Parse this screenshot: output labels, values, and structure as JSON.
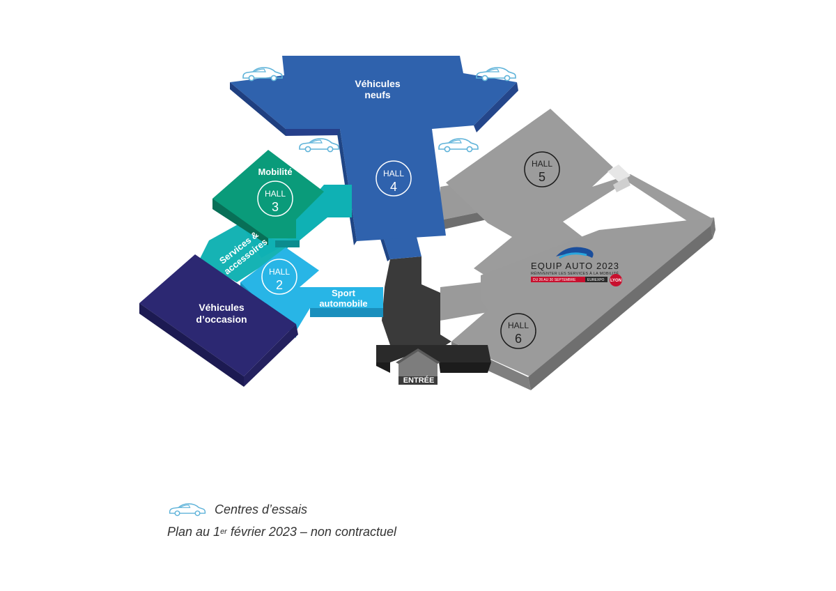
{
  "zones": {
    "vehicules_neufs": {
      "line1": "Véhicules",
      "line2": "neufs"
    },
    "mobilite": "Mobilité",
    "services": {
      "line1": "Services &",
      "line2": "accessoires"
    },
    "vehicules_occasion": {
      "line1": "Véhicules",
      "line2": "d’occasion"
    },
    "sport": {
      "line1": "Sport",
      "line2": "automobile"
    },
    "entree": "ENTRÉE"
  },
  "halls": {
    "word": "HALL",
    "hall2": "2",
    "hall3": "3",
    "hall4": "4",
    "hall5": "5",
    "hall6": "6"
  },
  "logo": {
    "brand": "EQUIP AUTO 2023",
    "tagline": "RÉINVENTER LES SERVICES À LA MOBILITÉ",
    "dates": "DU 26 AU 30 SEPTEMBRE",
    "venue": "EUREXPO",
    "city": "LYON"
  },
  "legend": {
    "test_centers": "Centres d’essais",
    "plan_prefix": "Plan au 1",
    "plan_sup": "er",
    "plan_suffix": " février 2023 – non contractuel"
  },
  "colors": {
    "blue_hall4": "#2f62ad",
    "teal_hall3": "#0a9b7a",
    "cyan_hall2": "#28b5e6",
    "turquoise_corridor": "#0fb1b4",
    "navy_occasion": "#2c2872",
    "grey_halls": "#989898",
    "dark_entrance": "#3a3a3a",
    "car_icon": "#5fb3d9"
  },
  "icons": [
    "car-icon"
  ]
}
